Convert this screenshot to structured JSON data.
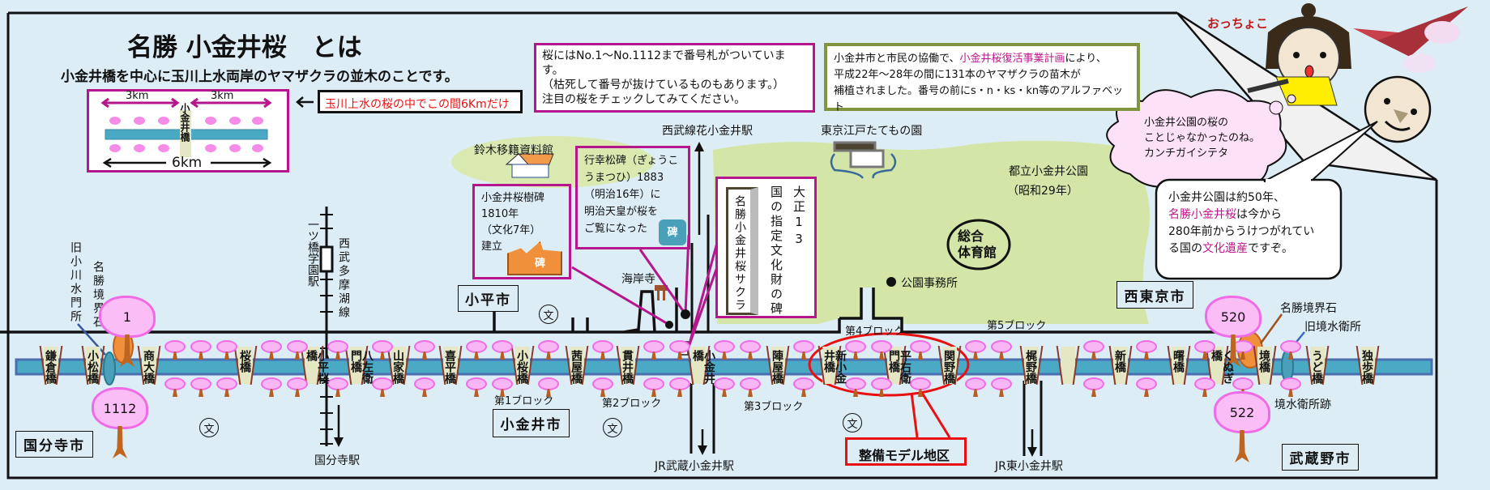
{
  "title": "名勝 小金井桜　とは",
  "subtitle": "小金井橋を中心に玉川上水両岸のヤマザクラの並木のことです。",
  "diagram": {
    "left_km": "3km",
    "right_km": "3km",
    "center_bridge": "小金井橋",
    "total_km": "6km"
  },
  "note": "玉川上水の桜の中でこの間6Kmだけ",
  "info_box": [
    "桜にはNo.1～No.1112まで番号札がついています。",
    "（枯死して番号が抜けているものもあります。）",
    "注目の桜をチェックしてみてください。"
  ],
  "replant_box": {
    "line1_a": "小金井市と市民の協働で、",
    "line1_highlight": "小金井桜復活事業計画",
    "line1_b": "により、",
    "line2": "平成22年～28年の間に131本のヤマザクラの苗木が",
    "line3": "補植されました。番号の前にs・n・ks・kn等のアルファベット"
  },
  "characters": {
    "girl_name": "おっちょこ",
    "thought": [
      "小金井公園の桜の",
      "ことじゃなかったのね。",
      "カンチガイシテタ"
    ],
    "speech": {
      "l1": "小金井公園は約50年、",
      "l2_hl": "名勝小金井桜",
      "l2": "は今から",
      "l3": "280年前からうけつがれてい",
      "l4_a": "る国の",
      "l4_hl": "文化遺産",
      "l4_b": "ですぞ。"
    }
  },
  "callouts": {
    "jumokuhi": [
      "小金井桜樹碑",
      "1810年",
      "（文化7年）",
      "建立"
    ],
    "gyoko": [
      "行幸松碑（ぎょうこ",
      "うまつひ）1883",
      "（明治16年）に",
      "明治天皇が桜を",
      "ご覧になった"
    ],
    "stone_label": "碑",
    "monument_pillar": "名勝小金井桜サクラ",
    "monument_col1": "大正13",
    "monument_col2": "国の指定文化財の碑"
  },
  "places": {
    "suzuki": "鈴木移籍資料館",
    "kaiganji": "海岸寺",
    "hanakoganei": "西武線花小金井駅",
    "edo": "東京江戸たてもの園",
    "park": "都立小金井公園",
    "park_year": "（昭和29年）",
    "gym1": "総合",
    "gym2": "体育館",
    "park_office": "公園事務所",
    "hitotsubashi": "一ツ橋学園駅",
    "tamako": "西武多摩湖線",
    "ogawa_gate": "旧小川水門所",
    "boundary_left": "名勝境界石",
    "kokubunji_st": "国分寺駅",
    "musashikoganei": "JR武蔵小金井駅",
    "higashikoganei": "JR東小金井駅",
    "boundary_right": "名勝境界石",
    "sakai_gate": "旧境水衛所",
    "sakai_site": "境水衛所跡",
    "school": "文",
    "model_zone": "整備モデル地区"
  },
  "cities": {
    "kodaira": "小平市",
    "kokubunji": "国分寺市",
    "koganei": "小金井市",
    "nishitokyo": "西東京市",
    "musashino": "武蔵野市"
  },
  "blocks": [
    "第1ブロック",
    "第2ブロック",
    "第3ブロック",
    "第4ブロック",
    "第5ブロック"
  ],
  "numbered_trees": [
    "1",
    "1112",
    "520",
    "522"
  ],
  "bridges": [
    "鎌倉橋",
    "小松橋",
    "商大橋",
    "桜橋",
    "小平桜橋",
    "八左衛門橋",
    "山家橋",
    "喜平橋",
    "小桜橋",
    "茜屋橋",
    "貫井橋",
    "小金井橋",
    "陣屋橋",
    "新小金井橋",
    "平右衛門橋",
    "関野橋",
    "梶野橋",
    "",
    "新橋",
    "曙橋",
    "くぬぎ橋",
    "境橋",
    "うど橋",
    "独歩橋"
  ],
  "colors": {
    "background": "#dcedf5",
    "river": "#4aaac6",
    "callout": "#b5168e",
    "park": "#d3e6a8",
    "highlight": "#e81010"
  }
}
